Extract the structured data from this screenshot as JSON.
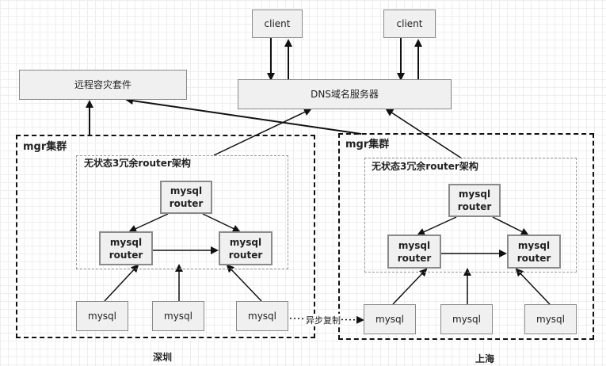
{
  "clients": [
    "client",
    "client"
  ],
  "dns": "DNS域名服务器",
  "remote": "远程容灾套件",
  "clusters": [
    {
      "title": "mgr集群",
      "subtitle": "无状态3冗余router架构",
      "router_top": "mysql\nrouter",
      "router_left": "mysql\nrouter",
      "router_right": "mysql\nrouter",
      "mysql": [
        "mysql",
        "mysql",
        "mysql"
      ],
      "city": "深圳"
    },
    {
      "title": "mgr集群",
      "subtitle": "无状态3冗余router架构",
      "router_top": "mysql\nrouter",
      "router_left": "mysql\nrouter",
      "router_right": "mysql\nrouter",
      "mysql": [
        "mysql",
        "mysql",
        "mysql"
      ],
      "city": "上海"
    }
  ],
  "sync_label": "异步复制"
}
